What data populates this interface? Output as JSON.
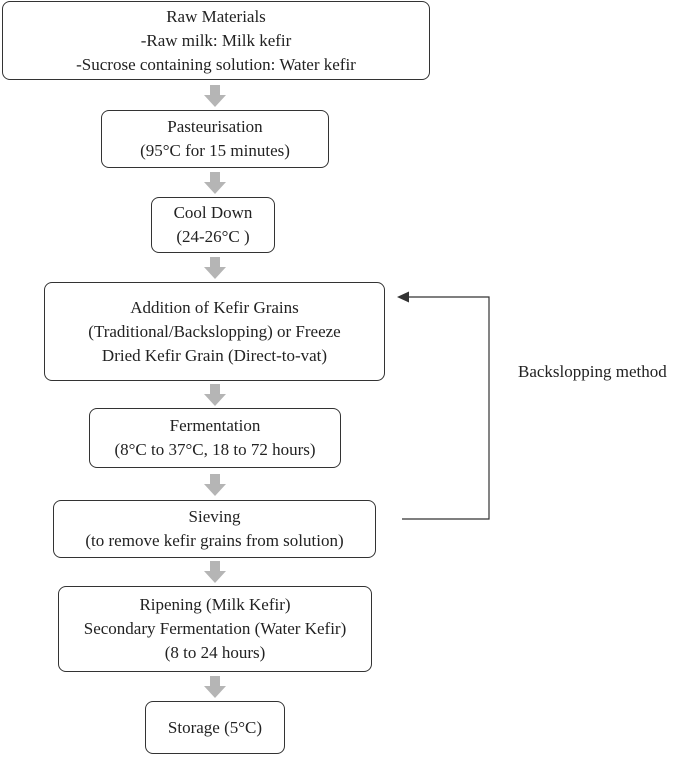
{
  "steps": {
    "raw_materials": {
      "line1": "Raw Materials",
      "line2": "-Raw milk: Milk kefir",
      "line3": "-Sucrose containing solution: Water kefir"
    },
    "pasteurisation": {
      "line1": "Pasteurisation",
      "line2": "(95°C for 15 minutes)"
    },
    "cool_down": {
      "line1": "Cool Down",
      "line2": "(24-26°C )"
    },
    "addition": {
      "line1": "Addition of Kefir Grains",
      "line2": "(Traditional/Backslopping) or Freeze",
      "line3": "Dried Kefir Grain (Direct-to-vat)"
    },
    "fermentation": {
      "line1": "Fermentation",
      "line2": "(8°C to 37°C, 18 to 72 hours)"
    },
    "sieving": {
      "line1": "Sieving",
      "line2": "(to remove kefir grains from solution)"
    },
    "ripening": {
      "line1": "Ripening (Milk Kefir)",
      "line2": "Secondary Fermentation (Water Kefir)",
      "line3": "(8 to 24 hours)"
    },
    "storage": {
      "line1": "Storage (5°C)"
    }
  },
  "loop": {
    "label": "Backslopping method"
  },
  "colors": {
    "box_border": "#333333",
    "flow_arrow": "#b5b5b5",
    "loop_line": "#333333",
    "text": "#222222"
  }
}
